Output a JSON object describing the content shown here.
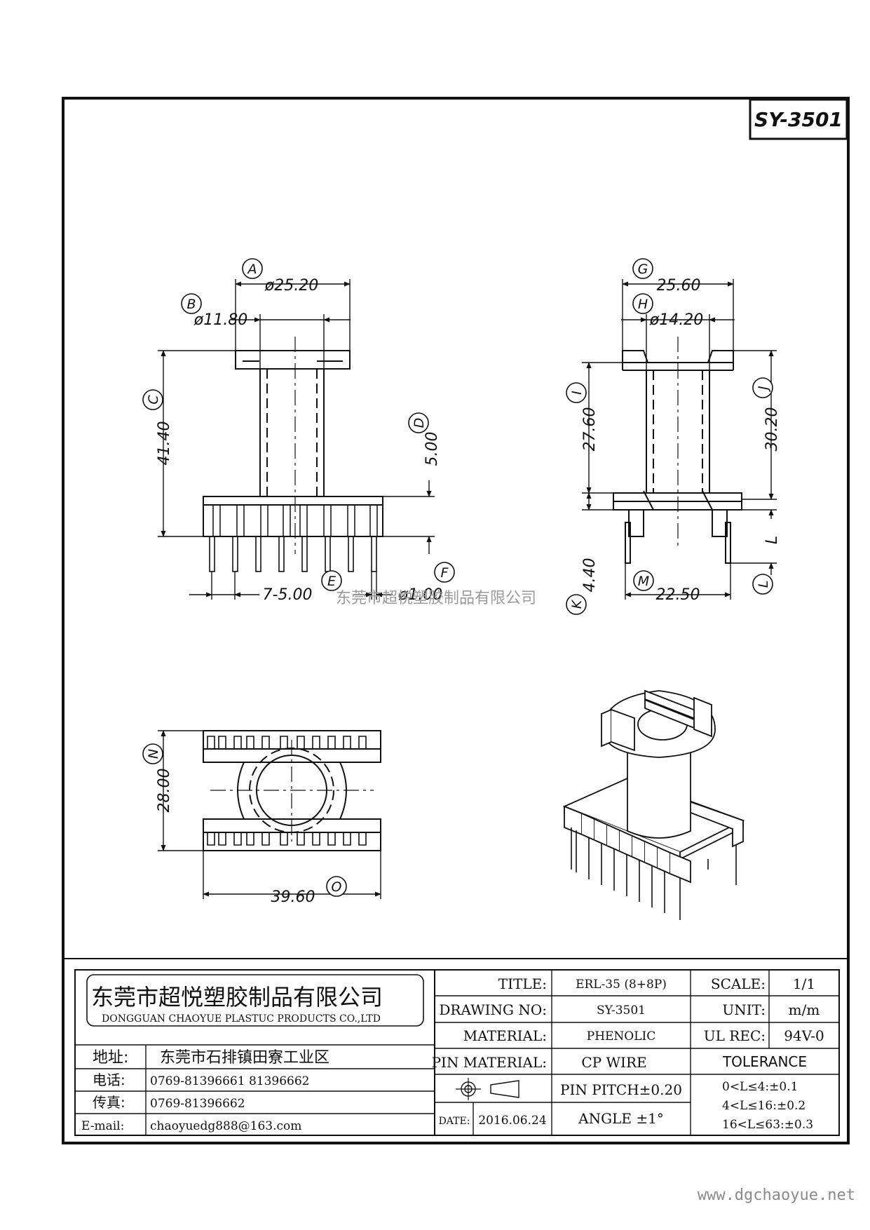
{
  "part_no": "SY-3501",
  "markers": [
    "A",
    "B",
    "C",
    "D",
    "E",
    "F",
    "G",
    "H",
    "I",
    "J",
    "K",
    "L",
    "M",
    "N",
    "O"
  ],
  "dims": {
    "A": "ø25.20",
    "B": "ø11.80",
    "C": "41.40",
    "D": "5.00",
    "E": "7-5.00",
    "F": "ø1.00",
    "G": "25.60",
    "H": "ø14.20",
    "I": "27.60",
    "J": "30.20",
    "K": "4.40",
    "L": "L",
    "M": "22.50",
    "N": "28.00",
    "O": "39.60"
  },
  "watermark": "东莞市超悦塑胶制品有限公司",
  "website": "www.dgchaoyue.net",
  "company": {
    "name_cn": "东莞市超悦塑胶制品有限公司",
    "name_en": "DONGGUAN CHAOYUE PLASTUC PRODUCTS CO.,LTD"
  },
  "contact": {
    "address_label": "地址:",
    "address": "东莞市石排镇田寮工业区",
    "phone_label": "电话:",
    "phone": "0769-81396661  81396662",
    "fax_label": "传真:",
    "fax": "0769-81396662",
    "email_label": "E-mail:",
    "email": "chaoyuedg888@163.com"
  },
  "title_block": {
    "title_label": "TITLE:",
    "title": "ERL-35 (8+8P)",
    "drawing_no_label": "DRAWING NO:",
    "drawing_no": "SY-3501",
    "material_label": "MATERIAL:",
    "material": "PHENOLIC",
    "pin_material_label": "PIN MATERIAL:",
    "pin_material": "CP WIRE",
    "pin_pitch": "PIN PITCH±0.20",
    "date_label": "DATE:",
    "date": "2016.06.24",
    "angle": "ANGLE  ±1°",
    "scale_label": "SCALE:",
    "scale": "1/1",
    "unit_label": "UNIT:",
    "unit": "m/m",
    "ul_label": "UL REC:",
    "ul": "94V-0",
    "tolerance_label": "TOLERANCE",
    "tolerances": [
      "0<L≤4:±0.1",
      "4<L≤16:±0.2",
      "16<L≤63:±0.3"
    ]
  }
}
